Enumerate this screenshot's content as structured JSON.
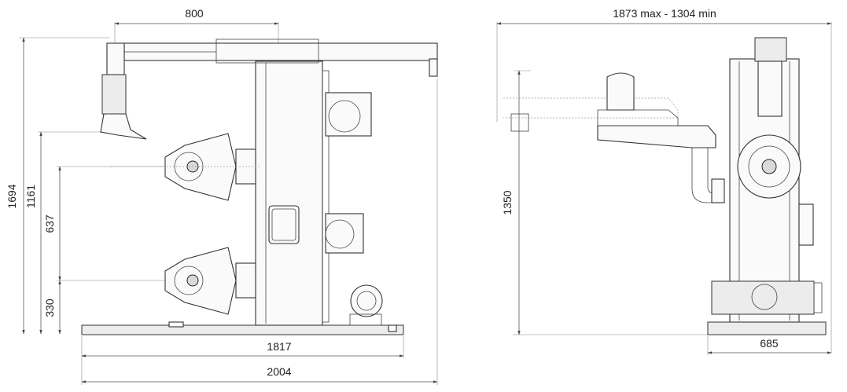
{
  "drawing": {
    "front_view": {
      "dim_top_arm": "800",
      "dim_total_height": "1694",
      "dim_upper_axis": "1161",
      "dim_between_axes": "637",
      "dim_lower_axis": "330",
      "dim_frame_length": "1817",
      "dim_total_length": "2004"
    },
    "side_view": {
      "dim_arm_range": "1873 max - 1304 min",
      "dim_height": "1350",
      "dim_base_width": "685"
    }
  }
}
